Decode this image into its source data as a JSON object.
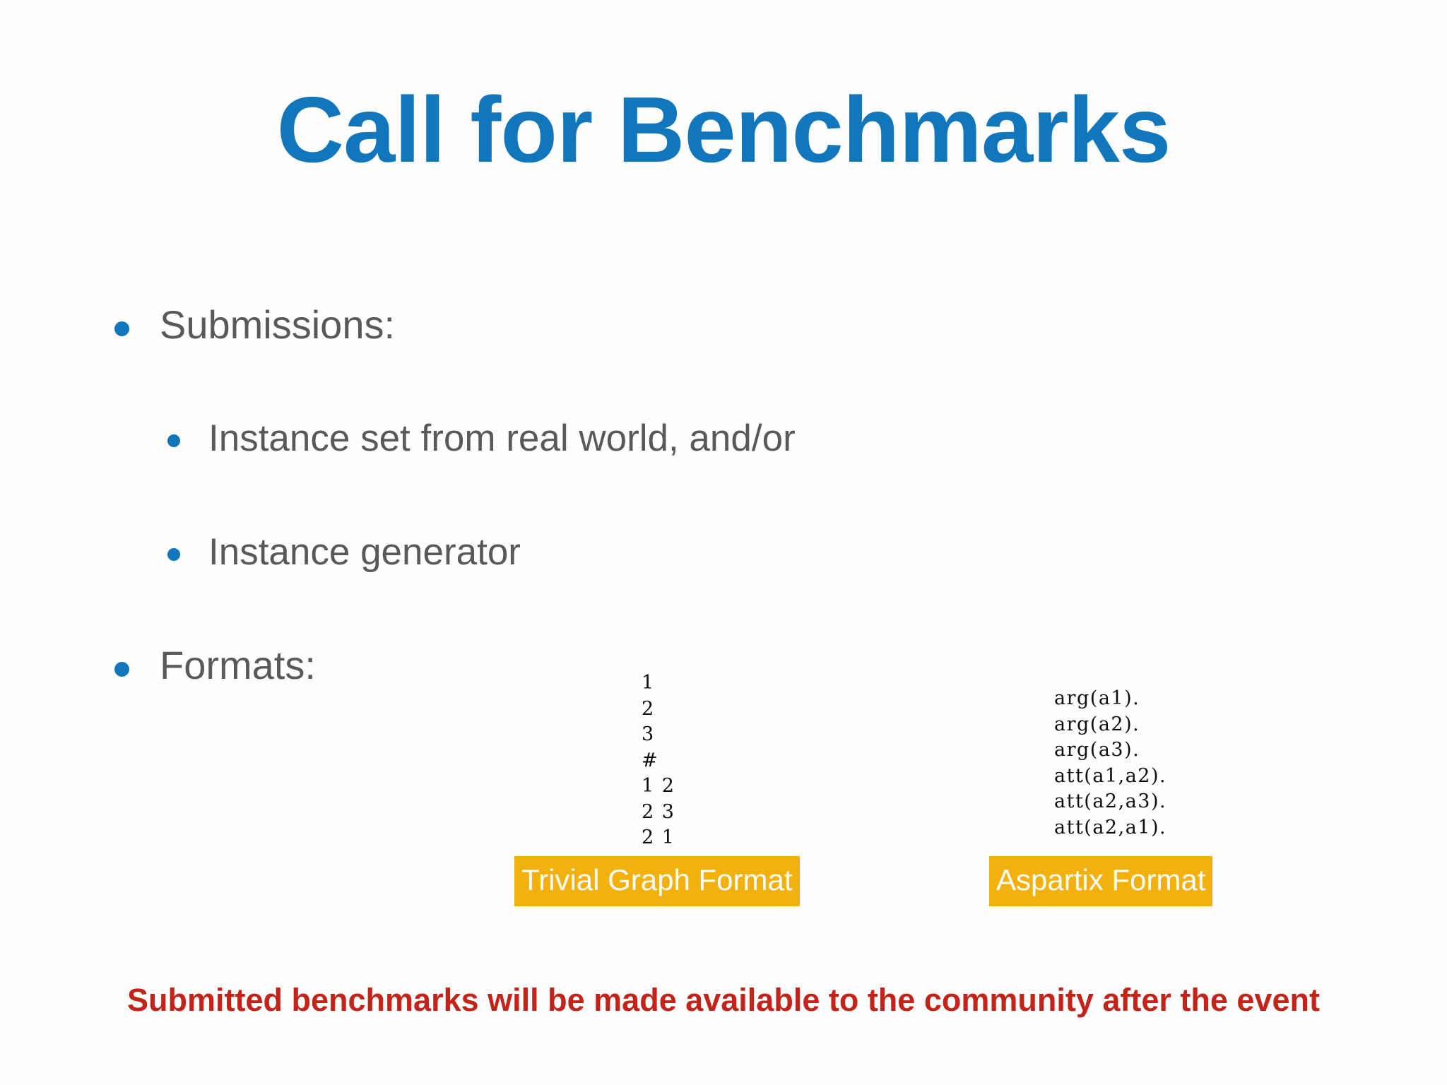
{
  "slide": {
    "title": "Call for Benchmarks",
    "background_color": "#FFFFFF",
    "title_color": "#1176BC",
    "body_text_color": "#58595B",
    "bullet_color": "#1176BC",
    "chip_color": "#F2B10D",
    "chip_text_color": "#FFFFFF",
    "footer_color": "#C4231A"
  },
  "bullets": [
    {
      "level": 1,
      "label": "Submissions:"
    },
    {
      "level": 2,
      "label": "Instance set from real world, and/or"
    },
    {
      "level": 2,
      "label": "Instance generator"
    },
    {
      "level": 1,
      "label": "Formats:"
    }
  ],
  "code_samples": [
    {
      "name": "trivial-graph-format",
      "caption": "Trivial Graph Format",
      "lines": [
        "1",
        "2",
        "3",
        "#",
        "1 2",
        "2 3",
        "2 1"
      ],
      "text": "1\n2\n3\n#\n1 2\n2 3\n2 1"
    },
    {
      "name": "aspartix-format",
      "caption": "Aspartix Format",
      "lines": [
        "arg(a1).",
        "arg(a2).",
        "arg(a3).",
        "att(a1,a2).",
        "att(a2,a3).",
        "att(a2,a1)."
      ],
      "text": "arg(a1).\narg(a2).\narg(a3).\natt(a1,a2).\natt(a2,a3).\natt(a2,a1)."
    }
  ],
  "footer": {
    "note": "Submitted benchmarks will be made available to the community after the event"
  }
}
